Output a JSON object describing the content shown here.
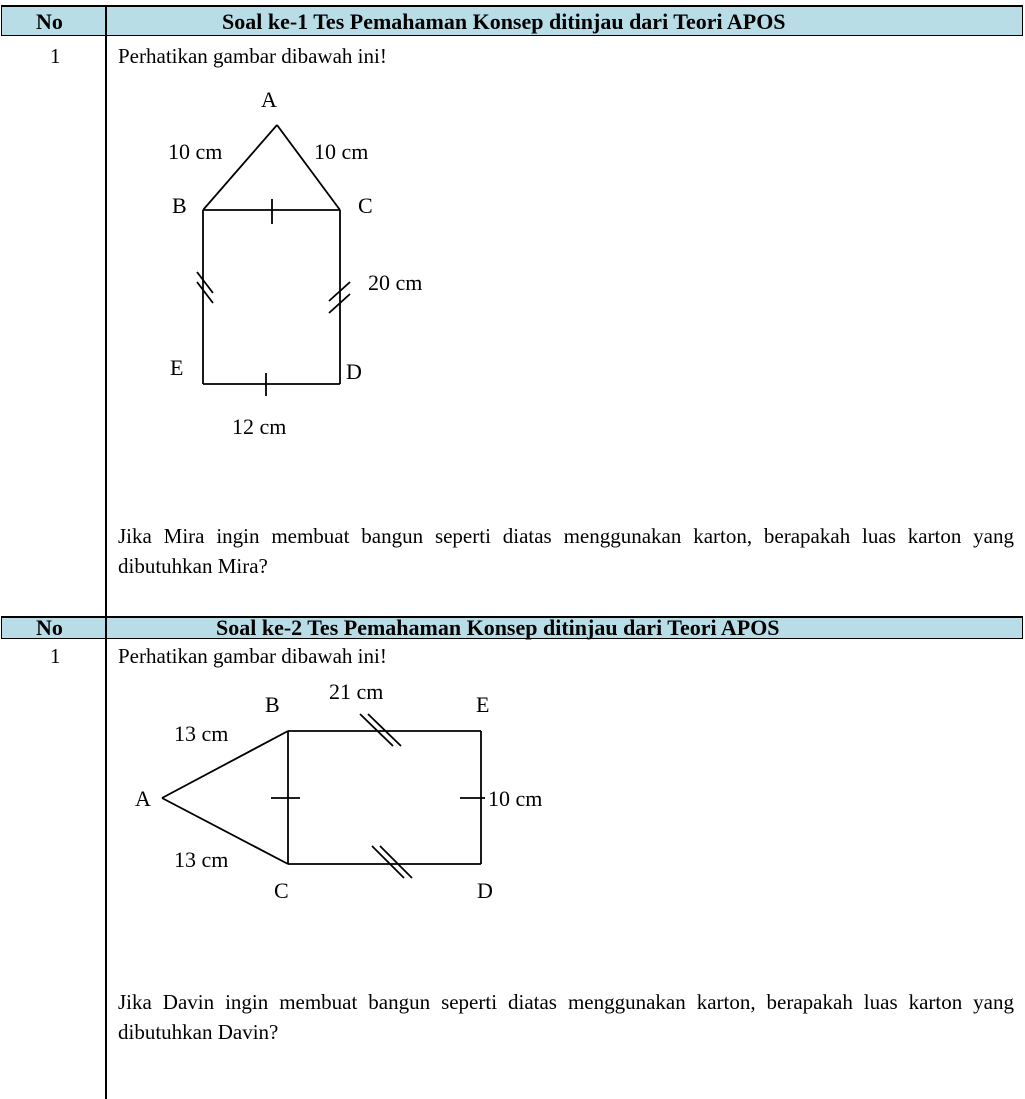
{
  "questions": [
    {
      "header": {
        "no_label": "No",
        "title": "Soal ke-1 Tes Pemahaman Konsep ditinjau dari Teori APOS"
      },
      "number": "1",
      "instruction": "Perhatikan gambar dibawah ini!",
      "figure": {
        "vertices": {
          "A": "A",
          "B": "B",
          "C": "C",
          "D": "D",
          "E": "E"
        },
        "measures": {
          "ab": "10 cm",
          "ac": "10 cm",
          "cd": "20 cm",
          "ed": "12 cm"
        }
      },
      "question": "Jika Mira ingin membuat bangun seperti diatas menggunakan karton, berapakah luas karton yang dibutuhkan Mira?"
    },
    {
      "header": {
        "no_label": "No",
        "title": "Soal  ke-2 Tes Pemahaman Konsep ditinjau dari Teori APOS"
      },
      "number": "1",
      "instruction": "Perhatikan gambar dibawah ini!",
      "figure": {
        "vertices": {
          "A": "A",
          "B": "B",
          "C": "C",
          "D": "D",
          "E": "E"
        },
        "measures": {
          "ab": "13 cm",
          "ac": "13 cm",
          "be": "21 cm",
          "ed": "10 cm"
        }
      },
      "question": "Jika Davin ingin membuat bangun seperti diatas menggunakan karton, berapakah luas karton yang dibutuhkan Davin?"
    }
  ]
}
